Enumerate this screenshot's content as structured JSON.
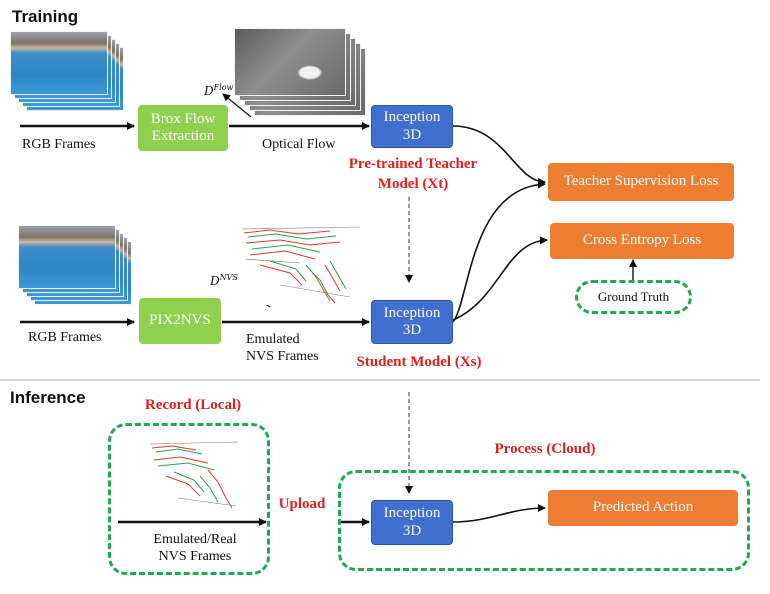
{
  "training": {
    "title": "Training",
    "rgb_frames_top": "RGB Frames",
    "brox_flow": "Brox Flow Extraction",
    "optical_flow": "Optical Flow",
    "d_flow_base": "D",
    "d_flow_sup": "Flow",
    "inception_teacher": "Inception 3D",
    "teacher_label": "Pre-trained Teacher Model (Xt)",
    "teacher_loss": "Teacher Supervision Loss",
    "cross_entropy": "Cross Entropy Loss",
    "ground_truth": "Ground Truth",
    "rgb_frames_bottom": "RGB Frames",
    "pix2nvs": "PIX2NVS",
    "d_nvs_base": "D",
    "d_nvs_sup": "NVS",
    "emulated_nvs": "Emulated NVS Frames",
    "inception_student": "Inception 3D",
    "student_label": "Student Model (Xs)"
  },
  "inference": {
    "title": "Inference",
    "record_label": "Record (Local)",
    "process_label": "Process (Cloud)",
    "upload": "Upload",
    "nvs_frames": "Emulated/Real NVS Frames",
    "inception": "Inception 3D",
    "predicted_action": "Predicted Action"
  },
  "colors": {
    "green_block": "#8fd14f",
    "blue_block": "#3f6fcf",
    "orange_block": "#ef7d31",
    "dashed_border": "#1eaa4e",
    "label_red": "#e0201c"
  }
}
